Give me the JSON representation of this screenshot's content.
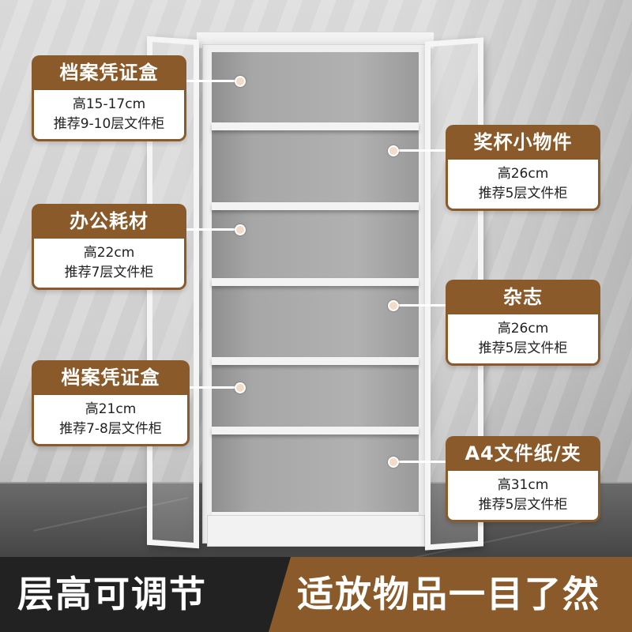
{
  "callouts": [
    {
      "title": "档案凭证盒",
      "height": "高15-17cm",
      "recommend": "推荐9-10层文件柜"
    },
    {
      "title": "奖杯小物件",
      "height": "高26cm",
      "recommend": "推荐5层文件柜"
    },
    {
      "title": "办公耗材",
      "height": "高22cm",
      "recommend": "推荐7层文件柜"
    },
    {
      "title": "杂志",
      "height": "高26cm",
      "recommend": "推荐5层文件柜"
    },
    {
      "title": "档案凭证盒",
      "height": "高21cm",
      "recommend": "推荐7-8层文件柜"
    },
    {
      "title": "A4文件纸/夹",
      "height": "高31cm",
      "recommend": "推荐5层文件柜"
    }
  ],
  "banner": {
    "left_text": "层高可调节",
    "right_text": "适放物品一目了然"
  },
  "colors": {
    "brand_brown": "#8a5a2b",
    "dark_banner": "#222222",
    "cabinet_white": "#f3f3f3"
  }
}
